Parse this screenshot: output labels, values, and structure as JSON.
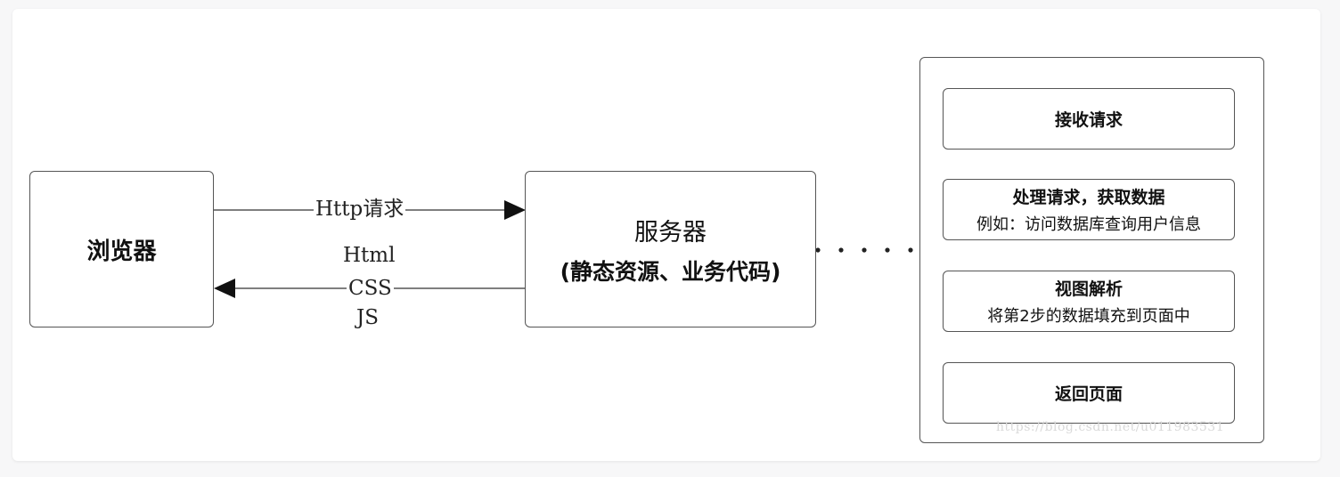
{
  "browser": {
    "label": "浏览器"
  },
  "server": {
    "title": "服务器",
    "subtitle": "(静态资源、业务代码)"
  },
  "request_arrow": {
    "label": "Http请求"
  },
  "response_arrow": {
    "labels": [
      "Html",
      "CSS",
      "JS"
    ]
  },
  "process": {
    "steps": [
      {
        "title": "接收请求",
        "detail": ""
      },
      {
        "title": "处理请求，获取数据",
        "detail": "例如：访问数据库查询用户信息"
      },
      {
        "title": "视图解析",
        "detail": "将第2步的数据填充到页面中"
      },
      {
        "title": "返回页面",
        "detail": ""
      }
    ]
  },
  "watermark": "https://blog.csdn.net/u011983531"
}
